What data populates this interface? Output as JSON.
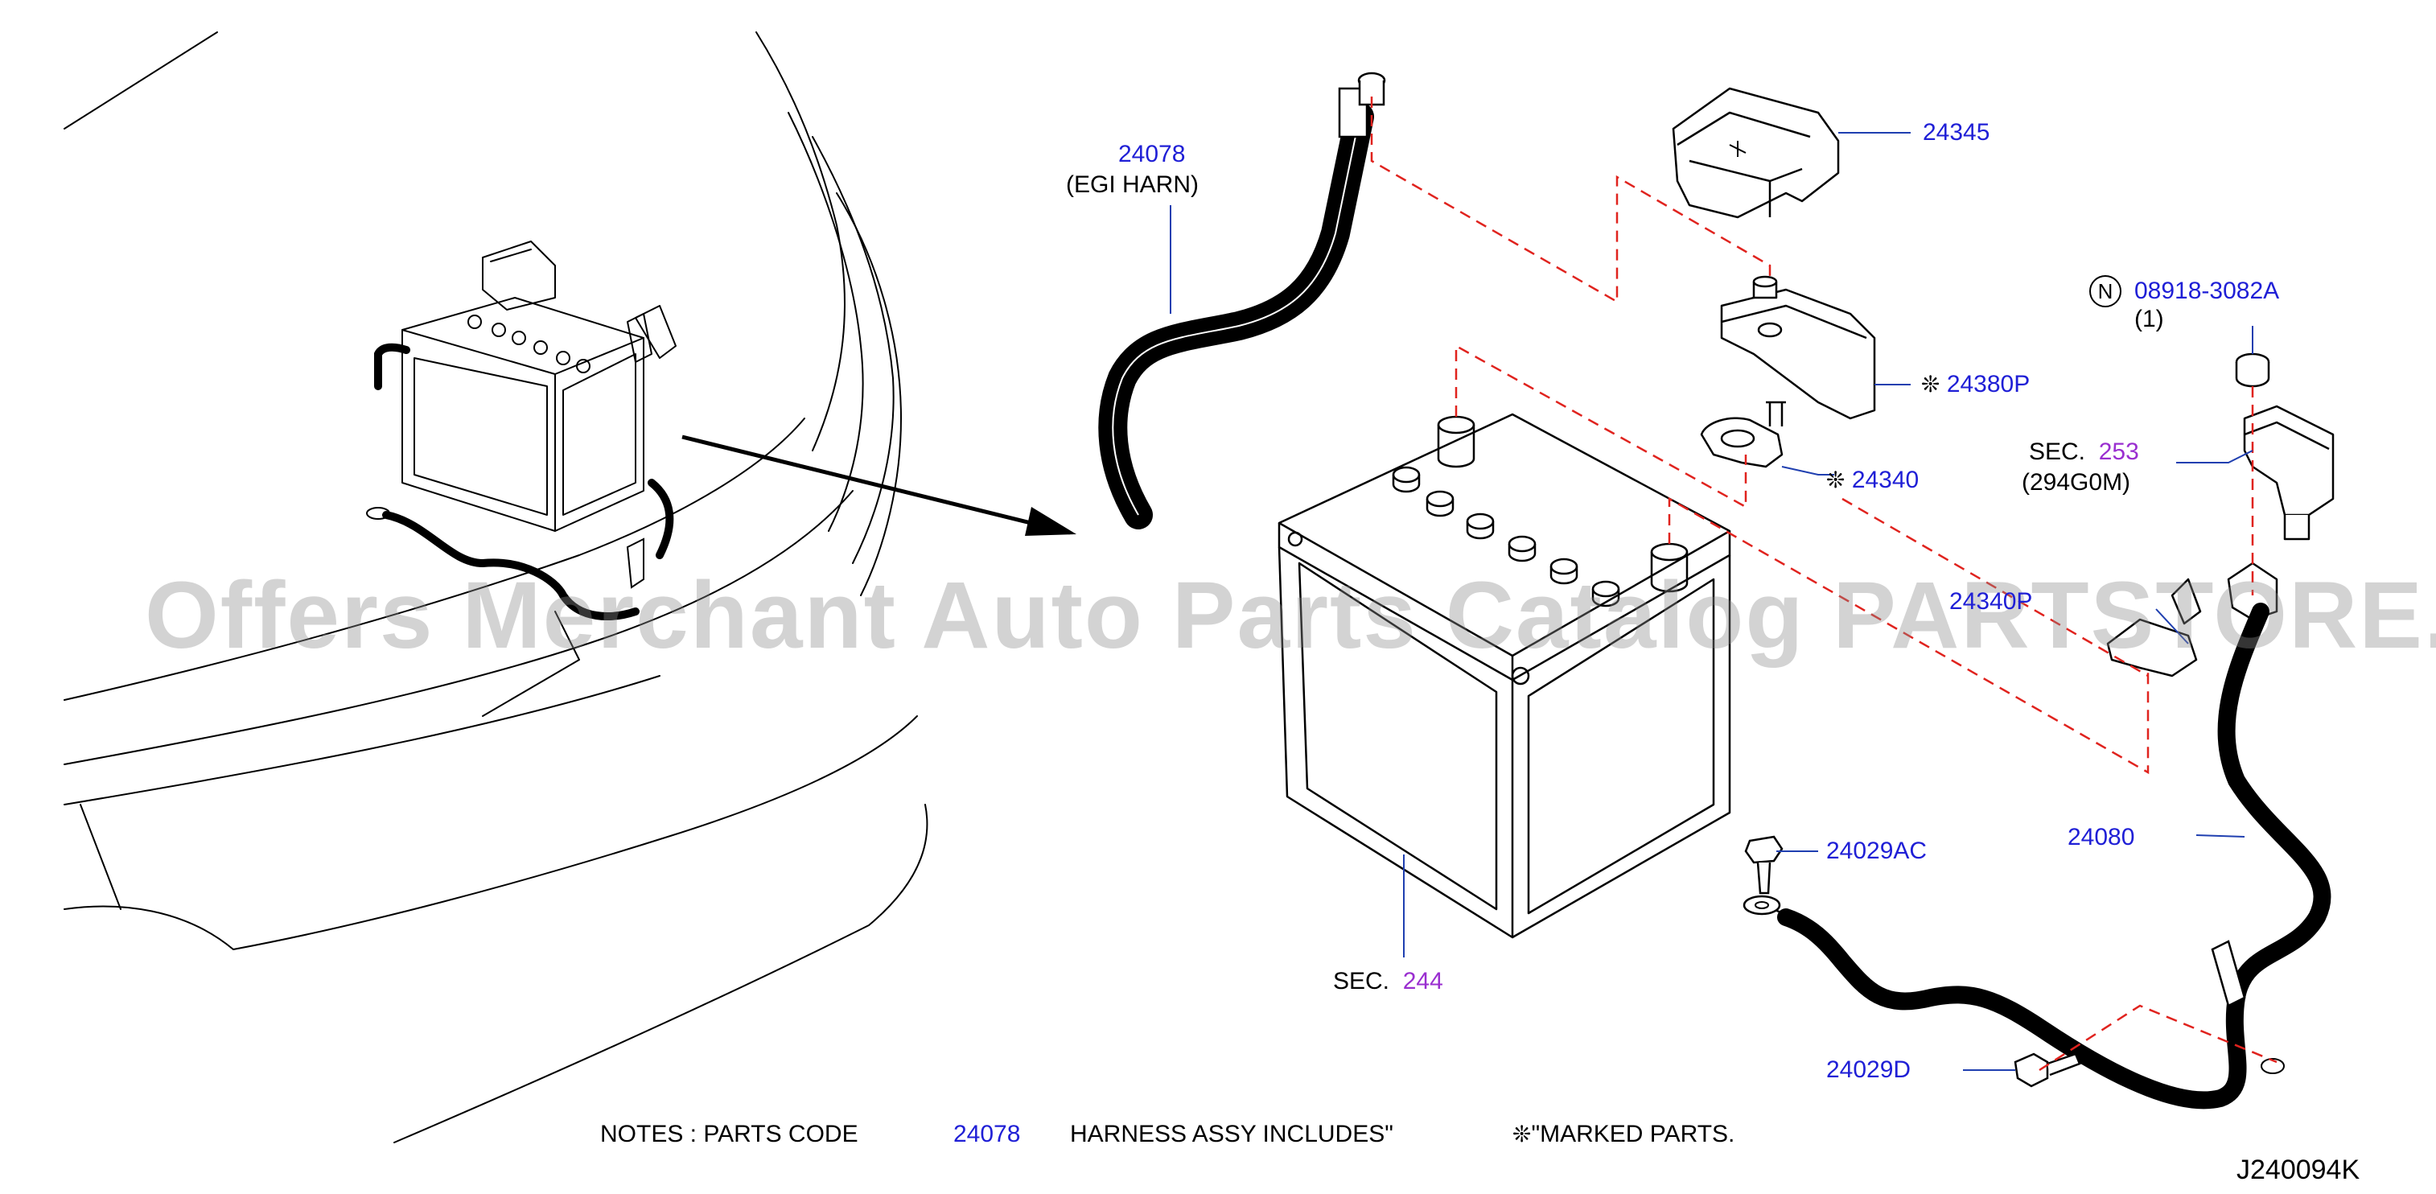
{
  "labels": {
    "p24078": "24078",
    "egi_harn": "(EGI   HARN)",
    "p24345": "24345",
    "p08918": "08918-3082A",
    "n_mark": "N",
    "qty1": "(1)",
    "p24380p": "24380P",
    "p24340": "24340",
    "sec_text": "SEC.",
    "sec253": "253",
    "sec253_sub": "(294G0M)",
    "p24340p": "24340P",
    "p24080": "24080",
    "p24029ac": "24029AC",
    "sec244": "244",
    "p24029d": "24029D",
    "diagram_code": "J240094K"
  },
  "notes": {
    "prefix": "NOTES  :  PARTS   CODE",
    "code": "24078",
    "middle": "HARNESS   ASSY   INCLUDES\"",
    "suffix": "\"MARKED   PARTS."
  },
  "symbols": {
    "marked": "❊"
  },
  "watermark": "Offers Merchant Auto Parts Catalog PARTSTORE.SA",
  "colors": {
    "part_number": "#1f1fd6",
    "section_ref": "#9a2fd0",
    "dashed_line": "#e0231e",
    "leader_line": "#1f3fb0",
    "linework": "#000000"
  }
}
